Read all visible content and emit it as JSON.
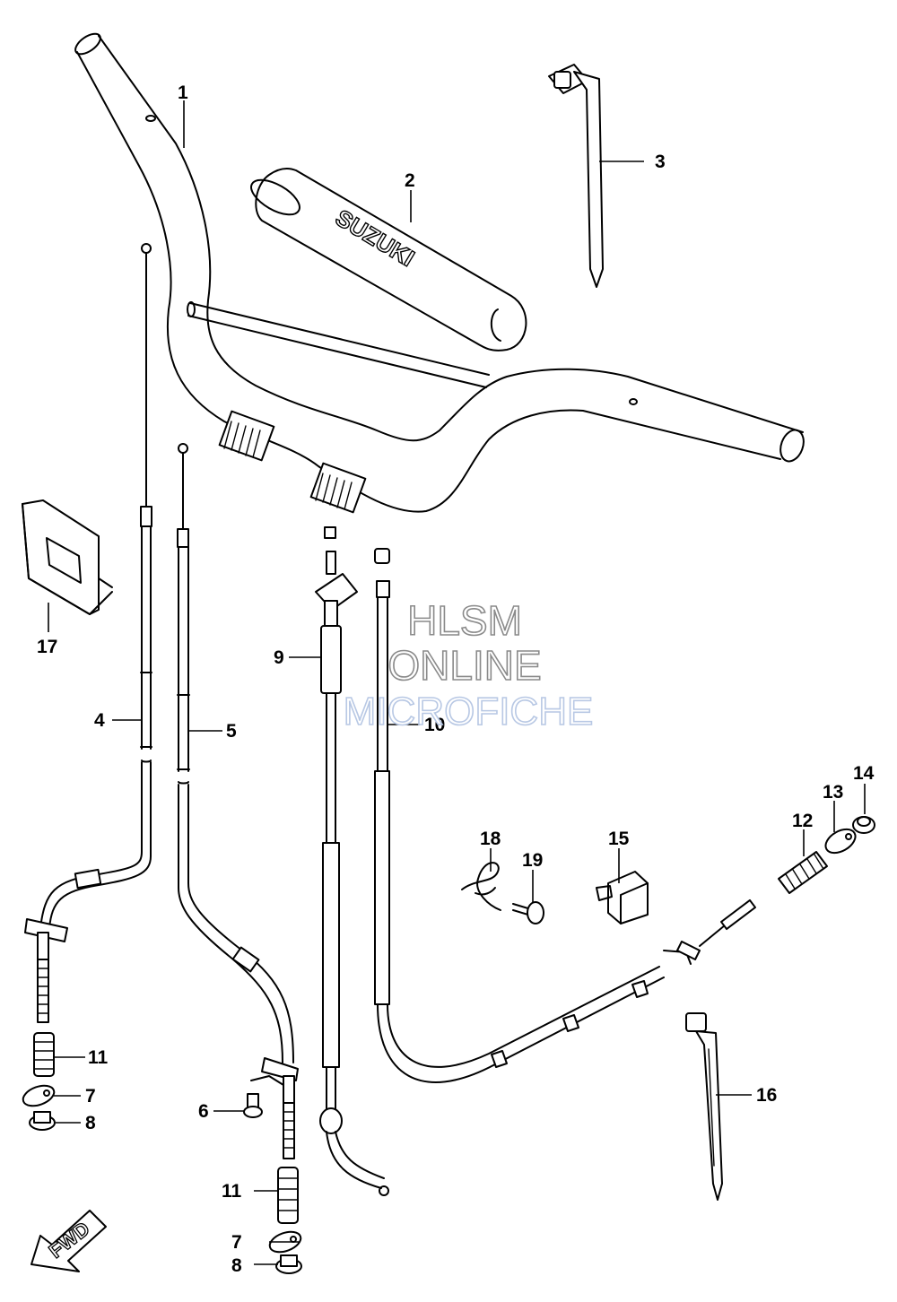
{
  "diagram": {
    "parts": [
      {
        "id": "p1",
        "label": "1"
      },
      {
        "id": "p2",
        "label": "2"
      },
      {
        "id": "p3",
        "label": "3"
      },
      {
        "id": "p4",
        "label": "4"
      },
      {
        "id": "p5",
        "label": "5"
      },
      {
        "id": "p6",
        "label": "6"
      },
      {
        "id": "p7a",
        "label": "7"
      },
      {
        "id": "p7b",
        "label": "7"
      },
      {
        "id": "p8a",
        "label": "8"
      },
      {
        "id": "p8b",
        "label": "8"
      },
      {
        "id": "p9",
        "label": "9"
      },
      {
        "id": "p10",
        "label": "10"
      },
      {
        "id": "p11a",
        "label": "11"
      },
      {
        "id": "p11b",
        "label": "11"
      },
      {
        "id": "p12",
        "label": "12"
      },
      {
        "id": "p13",
        "label": "13"
      },
      {
        "id": "p14",
        "label": "14"
      },
      {
        "id": "p15",
        "label": "15"
      },
      {
        "id": "p16",
        "label": "16"
      },
      {
        "id": "p17",
        "label": "17"
      },
      {
        "id": "p18",
        "label": "18"
      },
      {
        "id": "p19",
        "label": "19"
      }
    ],
    "logo_text": "SUZUKI",
    "direction_arrow": "FWD",
    "watermark": [
      "HLSM",
      "ONLINE",
      "MICROFICHE"
    ]
  }
}
